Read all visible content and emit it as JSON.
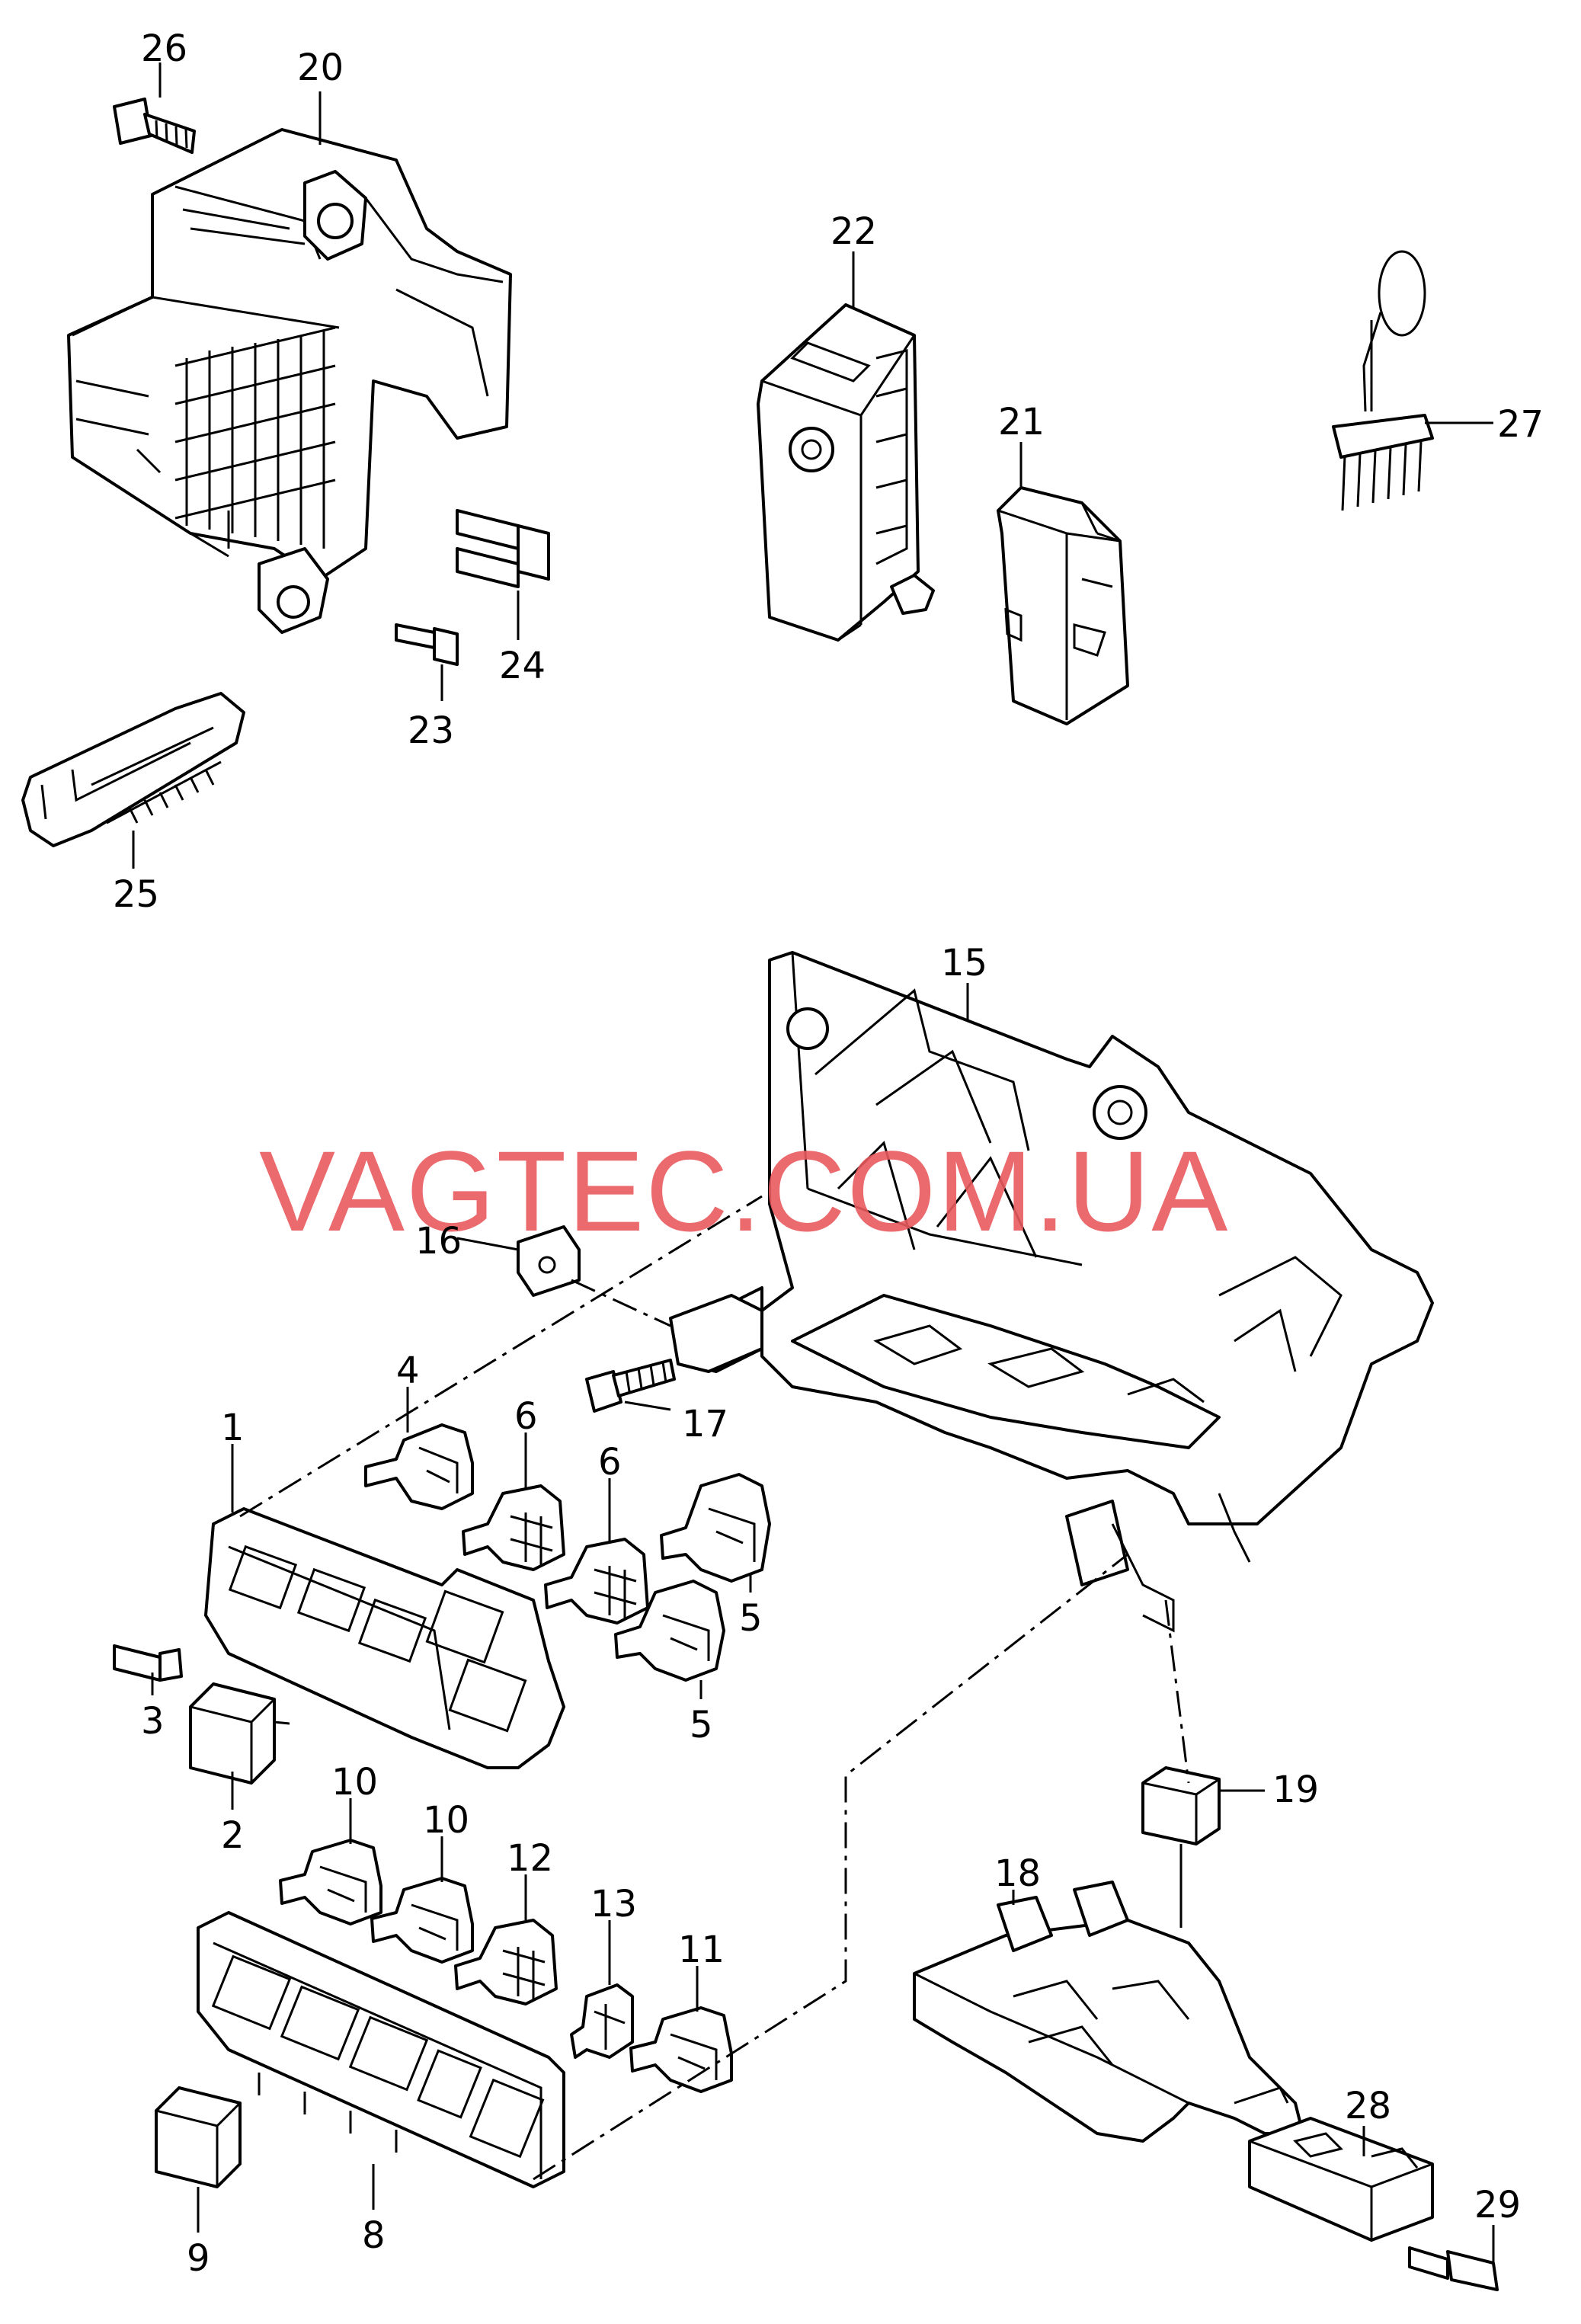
{
  "watermark": "VAGTEC.COM.UA",
  "callouts": [
    "26",
    "20",
    "22",
    "21",
    "27",
    "24",
    "23",
    "25",
    "15",
    "16",
    "17",
    "4",
    "6",
    "6",
    "1",
    "5",
    "5",
    "3",
    "2",
    "10",
    "10",
    "12",
    "13",
    "11",
    "18",
    "19",
    "8",
    "9",
    "28",
    "29"
  ]
}
